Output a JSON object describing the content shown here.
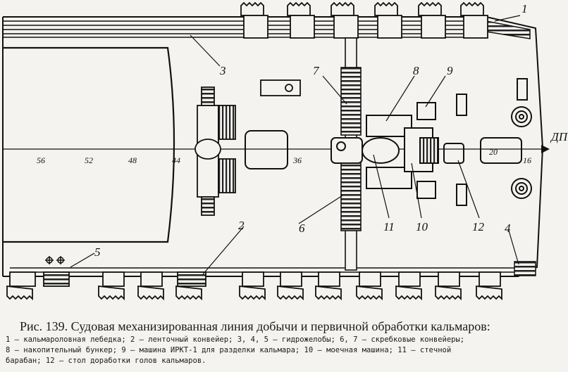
{
  "direction_label": "ДП",
  "callouts": [
    "1",
    "2",
    "3",
    "4",
    "5",
    "6",
    "7",
    "8",
    "9",
    "10",
    "11",
    "12"
  ],
  "scale_marks": [
    "56",
    "52",
    "48",
    "44",
    "36",
    "20",
    "16"
  ],
  "caption": {
    "title": "Рис. 139. Судовая механизированная линия добычи и первичной обработки кальмаров:",
    "legend_lines": [
      "1 — кальмароловная лебедка; 2 — ленточный конвейер; 3, 4, 5 — гидрожелобы; 6, 7 — скребковые конвейеры;",
      "8 — накопительный бункер; 9 — машина ИРКТ-1 для разделки кальмара; 10 — моечная машина; 11 — стечной",
      "барабан; 12 — стол доработки голов кальмаров."
    ]
  }
}
